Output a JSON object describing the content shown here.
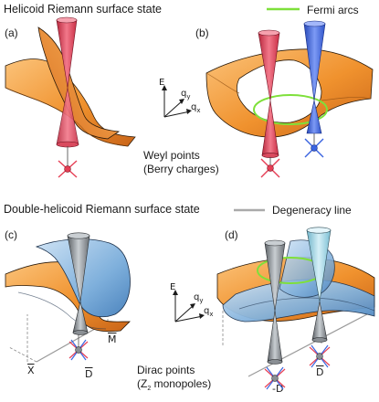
{
  "top_section": {
    "title": "Helicoid Riemann surface state",
    "legend_label": "Fermi arcs",
    "legend_color": "#7ee03a",
    "panel_a": "(a)",
    "panel_b": "(b)",
    "axis_e": "E",
    "axis_qy": "q",
    "axis_qy_sub": "y",
    "axis_qx": "q",
    "axis_qx_sub": "x",
    "caption_line1": "Weyl points",
    "caption_line2": "(Berry charges)"
  },
  "bottom_section": {
    "title": "Double-helicoid Riemann surface state",
    "legend_label": "Degeneracy line",
    "legend_color": "#aaaaaa",
    "panel_c": "(c)",
    "panel_d": "(d)",
    "axis_e": "E",
    "axis_qy": "q",
    "axis_qy_sub": "y",
    "axis_qx": "q",
    "axis_qx_sub": "x",
    "caption_line1": "Dirac points",
    "caption_line2_prefix": "(Z",
    "caption_line2_sub": "2",
    "caption_line2_suffix": " monopoles)",
    "k_x": "X",
    "k_m": "M",
    "k_d_c": "D",
    "k_minus_d": "-D",
    "k_d_d": "D"
  },
  "colors": {
    "surface_orange": "#f0922e",
    "surface_blue": "#7fb0dc",
    "cone_red": "#e63f55",
    "cone_blue": "#3a64e0",
    "cone_gray": "#8a8f94"
  }
}
